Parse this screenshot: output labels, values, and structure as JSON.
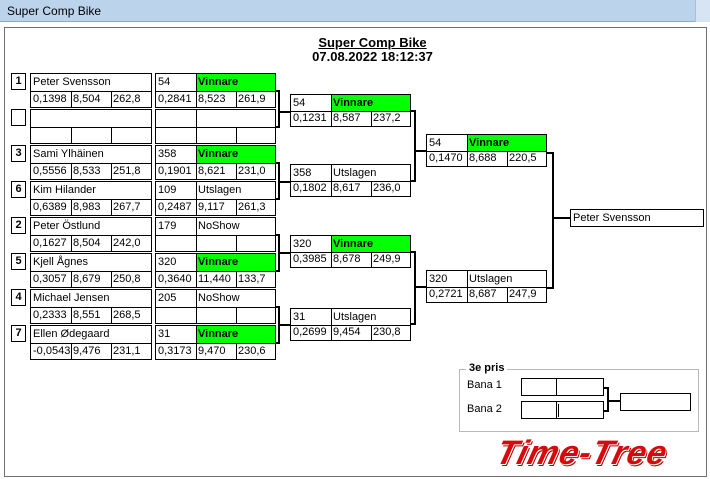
{
  "window": {
    "title": "Super Comp Bike"
  },
  "header": {
    "title": "Super Comp Bike",
    "datetime": "07.08.2022 18:12:37"
  },
  "round1": [
    {
      "seed": "1",
      "name": "Peter Svensson",
      "v1": "0,1398",
      "v2": "8,504",
      "v3": "262,8",
      "bib": "54",
      "status": "Vinnare",
      "r1": "0,2841",
      "r2": "8,523",
      "r3": "261,9"
    },
    {
      "seed": "",
      "name": "",
      "v1": "",
      "v2": "",
      "v3": "",
      "bib": "",
      "status": "",
      "r1": "",
      "r2": "",
      "r3": ""
    },
    {
      "seed": "3",
      "name": "Sami Ylhäinen",
      "v1": "0,5556",
      "v2": "8,533",
      "v3": "251,8",
      "bib": "358",
      "status": "Vinnare",
      "r1": "0,1901",
      "r2": "8,621",
      "r3": "231,0"
    },
    {
      "seed": "6",
      "name": "Kim Hilander",
      "v1": "0,6389",
      "v2": "8,983",
      "v3": "267,7",
      "bib": "109",
      "status": "Utslagen",
      "r1": "0,2487",
      "r2": "9,117",
      "r3": "261,3"
    },
    {
      "seed": "2",
      "name": "Peter Östlund",
      "v1": "0,1627",
      "v2": "8,504",
      "v3": "242,0",
      "bib": "179",
      "status": "NoShow",
      "r1": "",
      "r2": "",
      "r3": ""
    },
    {
      "seed": "5",
      "name": "Kjell Ågnes",
      "v1": "0,3057",
      "v2": "8,679",
      "v3": "250,8",
      "bib": "320",
      "status": "Vinnare",
      "r1": "0,3640",
      "r2": "11,440",
      "r3": "133,7"
    },
    {
      "seed": "4",
      "name": "Michael Jensen",
      "v1": "0,2333",
      "v2": "8,551",
      "v3": "268,5",
      "bib": "205",
      "status": "NoShow",
      "r1": "",
      "r2": "",
      "r3": ""
    },
    {
      "seed": "7",
      "name": "Ellen Ødegaard",
      "v1": "-0,0543",
      "v2": "9,476",
      "v3": "231,1",
      "bib": "31",
      "status": "Vinnare",
      "r1": "0,3173",
      "r2": "9,470",
      "r3": "230,6"
    }
  ],
  "round2": [
    {
      "bib": "54",
      "status": "Vinnare",
      "r1": "0,1231",
      "r2": "8,587",
      "r3": "237,2"
    },
    {
      "bib": "358",
      "status": "Utslagen",
      "r1": "0,1802",
      "r2": "8,617",
      "r3": "236,0"
    },
    {
      "bib": "320",
      "status": "Vinnare",
      "r1": "0,3985",
      "r2": "8,678",
      "r3": "249,9"
    },
    {
      "bib": "31",
      "status": "Utslagen",
      "r1": "0,2699",
      "r2": "9,454",
      "r3": "230,8"
    }
  ],
  "round3": [
    {
      "bib": "54",
      "status": "Vinnare",
      "r1": "0,1470",
      "r2": "8,688",
      "r3": "220,5"
    },
    {
      "bib": "320",
      "status": "Utslagen",
      "r1": "0,2721",
      "r2": "8,687",
      "r3": "247,9"
    }
  ],
  "final": {
    "winner": "Peter Svensson"
  },
  "third": {
    "title": "3e pris",
    "lane1": "Bana 1",
    "lane2": "Bana 2"
  },
  "logo": {
    "text": "Time-Tree"
  },
  "colors": {
    "winner": "#05ff05",
    "logo": "#d60a0a",
    "titlebar": "#bcd3ec"
  }
}
